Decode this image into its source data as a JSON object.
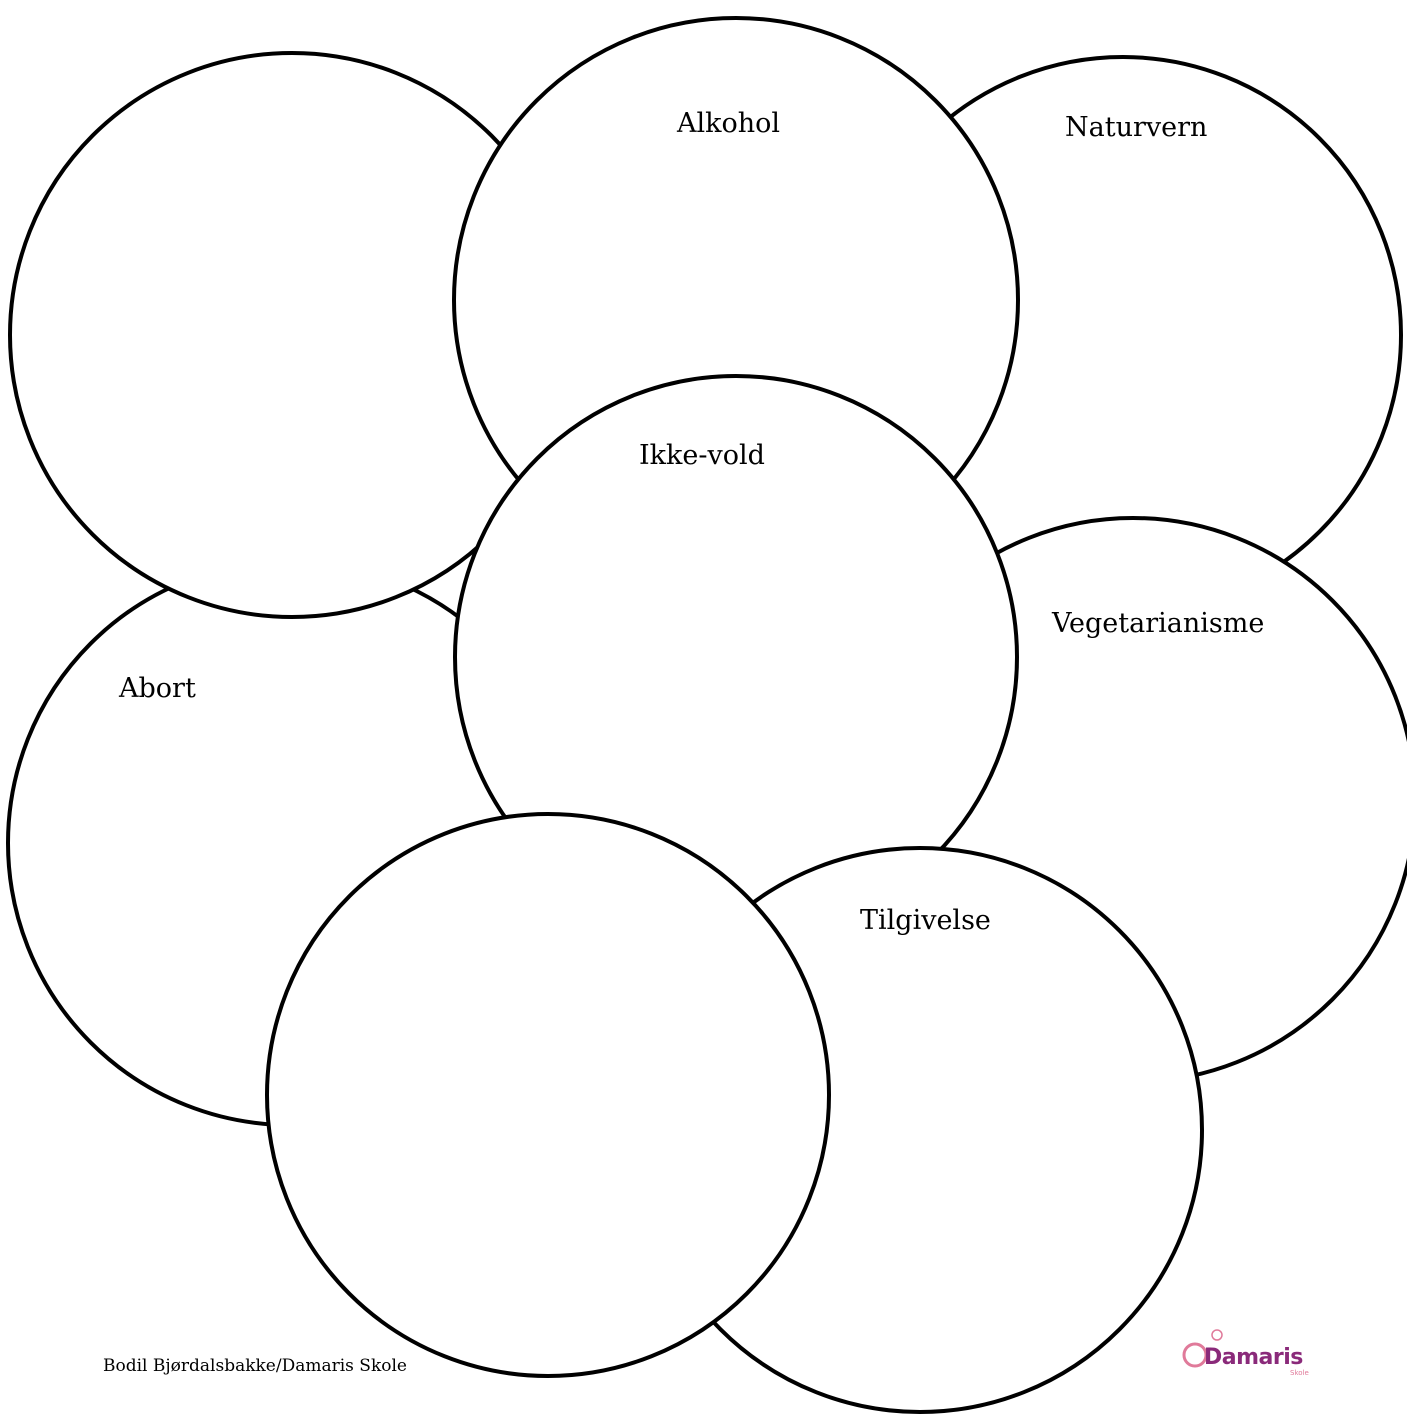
{
  "topics": {
    "alkohol": "Alkohol",
    "naturvern": "Naturvern",
    "ikke_vold": "Ikke-vold",
    "vegetarianisme": "Vegetarianisme",
    "abort": "Abort",
    "tilgivelse": "Tilgivelse"
  },
  "footer": {
    "credit": "Bodil Bjørdalsbakke/Damaris Skole"
  },
  "logo": {
    "name": "Damaris",
    "sub": "Skole"
  },
  "colors": {
    "stroke": "#000000",
    "background": "#ffffff",
    "logo_primary": "#8a2a7a",
    "logo_accent": "#e07a9a"
  }
}
